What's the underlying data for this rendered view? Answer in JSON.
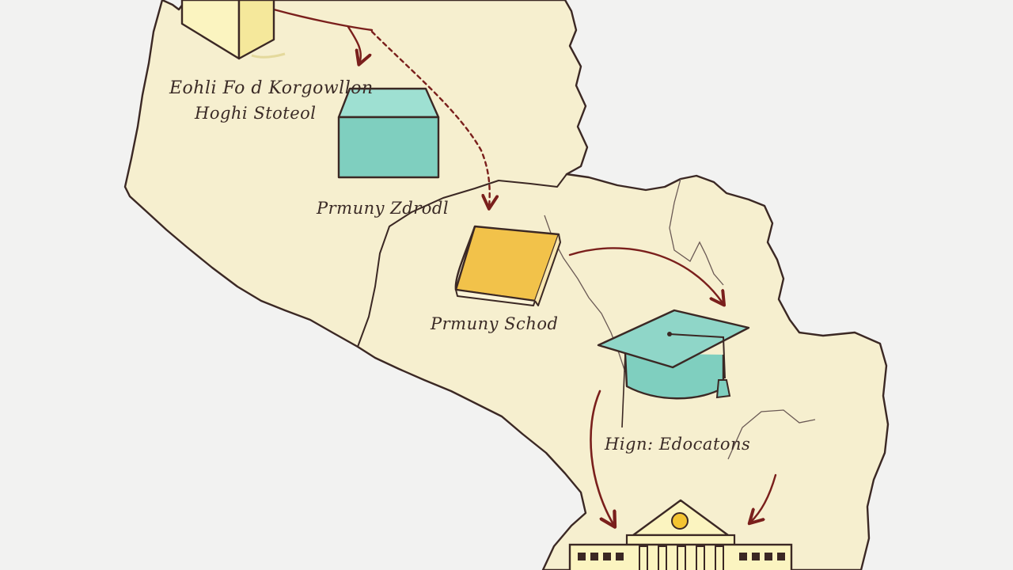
{
  "labels": {
    "top_line1": "Eohli Fo d Korgowllon",
    "top_line2": "Hoghi Stoteol",
    "primary_upper": "Prmuny Zdrodl",
    "primary_middle": "Prmuny Schod",
    "higher_education": "Hign: Edocatons"
  },
  "stages": [
    {
      "icon": "cube-icon"
    },
    {
      "icon": "box-icon"
    },
    {
      "icon": "book-icon"
    },
    {
      "icon": "graduation-cap-icon"
    },
    {
      "icon": "university-building-icon"
    }
  ],
  "colors": {
    "background": "#f2f2f1",
    "map_fill": "#f6efcf",
    "outline": "#3b2824",
    "arrow": "#7a1f1c",
    "teal": "#7fcfbf",
    "book_yellow": "#f2c24a",
    "cube_yellow": "#fbf4c0",
    "sun": "#f4c431"
  }
}
